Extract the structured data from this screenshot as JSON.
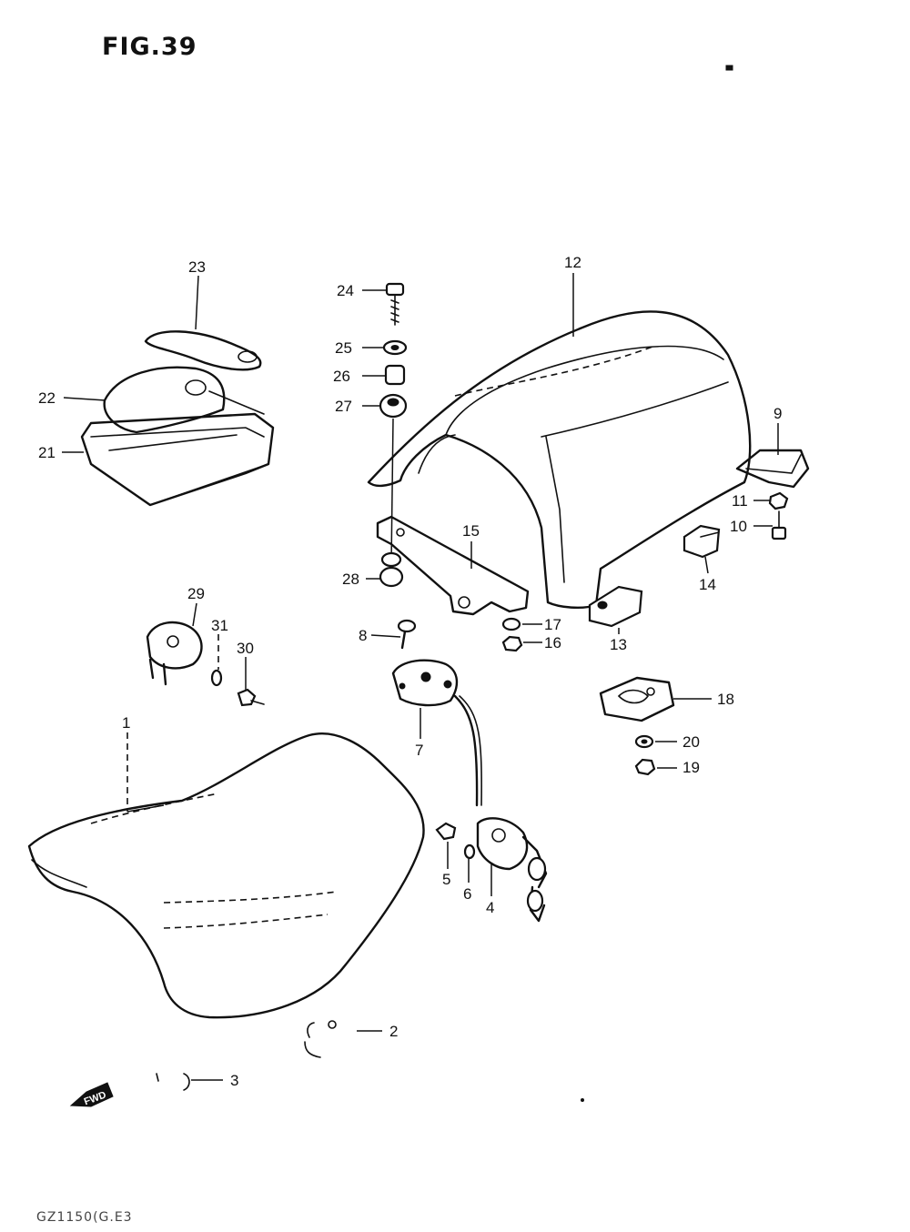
{
  "figure": {
    "title": "FIG.39",
    "footer_code": "GZ1150(G.E3"
  },
  "callouts": [
    "1",
    "2",
    "3",
    "4",
    "5",
    "6",
    "7",
    "8",
    "9",
    "10",
    "11",
    "12",
    "13",
    "14",
    "15",
    "16",
    "17",
    "18",
    "19",
    "20",
    "21",
    "22",
    "23",
    "24",
    "25",
    "26",
    "27",
    "28",
    "29",
    "30",
    "31"
  ],
  "fwd_label": "FWD"
}
